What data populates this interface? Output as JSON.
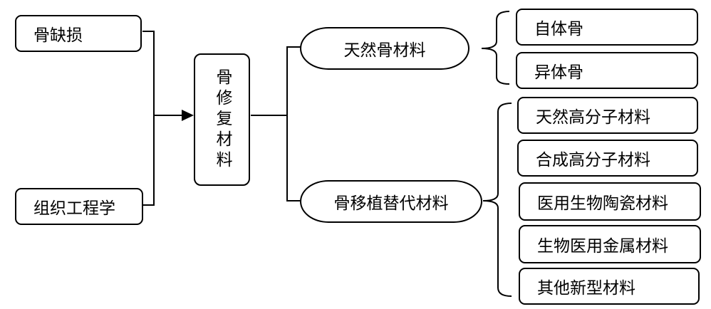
{
  "inputs": {
    "bone_defect": "骨缺损",
    "tissue_engineering": "组织工程学"
  },
  "center": {
    "label": "骨修复材料"
  },
  "categories": {
    "natural_bone": "天然骨材料",
    "substitute": "骨移植替代材料"
  },
  "natural_bone_items": [
    "自体骨",
    "异体骨"
  ],
  "substitute_items": [
    "天然高分子材料",
    "合成高分子材料",
    "医用生物陶瓷材料",
    "生物医用金属材料",
    "其他新型材料"
  ]
}
